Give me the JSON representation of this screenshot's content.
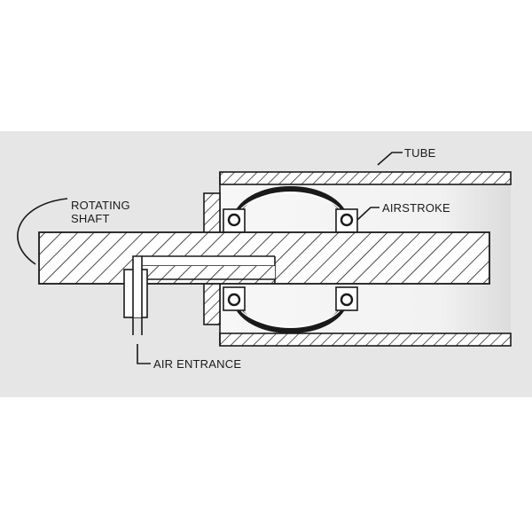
{
  "labels": {
    "tube": "TUBE",
    "airstroke": "AIRSTROKE",
    "rotating_line1": "ROTATING",
    "rotating_line2": "SHAFT",
    "air_entrance": "AIR ENTRANCE"
  },
  "colors": {
    "panel_background": "#e6e6e6",
    "tube_interior": "#f4f4f4",
    "ink": "#1a1a1a",
    "hatch_fill": "#ffffff"
  }
}
